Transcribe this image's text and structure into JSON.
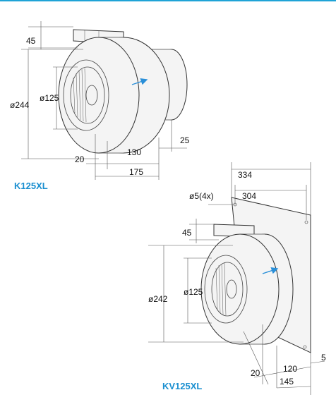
{
  "accent_color": "#1fa3d6",
  "model_color": "#1a8fd0",
  "fan1": {
    "model": "K125XL",
    "dims": {
      "d45": "45",
      "d244": "ø244",
      "d125": "ø125",
      "d20": "20",
      "d130": "130",
      "d25": "25",
      "d175": "175"
    }
  },
  "fan2": {
    "model": "KV125XL",
    "dims": {
      "d334": "334",
      "d304": "304",
      "d5x4": "ø5(4x)",
      "d45": "45",
      "d242": "ø242",
      "d125": "ø125",
      "d20": "20",
      "d120": "120",
      "d5": "5",
      "d145": "145"
    }
  },
  "icons": [
    "airflow-arrow-icon"
  ]
}
